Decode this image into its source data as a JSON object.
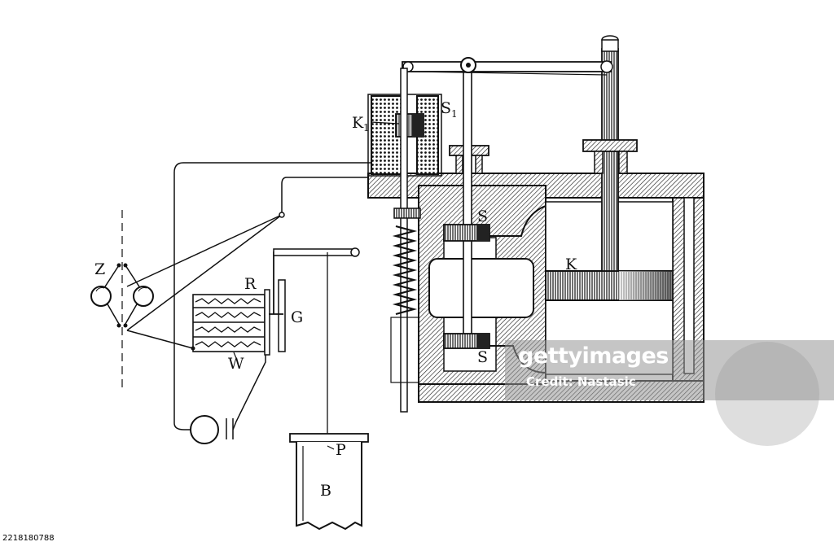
{
  "labels": {
    "K1": "K",
    "K1_sub": "1",
    "S1": "S",
    "S1_sub": "1",
    "S_upper": "S",
    "S_lower": "S",
    "K": "K",
    "Z": "Z",
    "R": "R",
    "G": "G",
    "W": "W",
    "P": "P",
    "B": "B"
  },
  "watermark": {
    "logo": "gettyimages",
    "credit": "Credit: Nastasic"
  },
  "footer": {
    "image_id": "2218180788"
  }
}
